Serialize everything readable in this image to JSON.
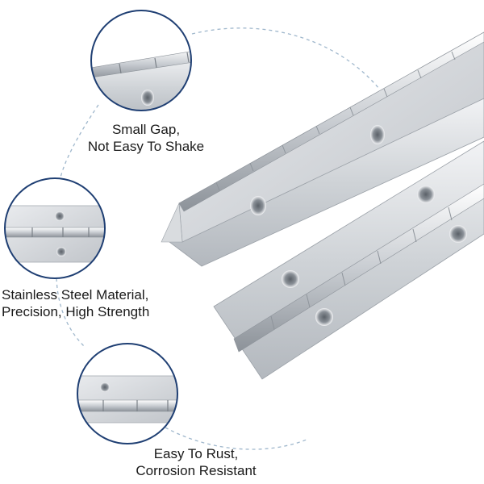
{
  "callouts": [
    {
      "lines": [
        "Small Gap,",
        "Not Easy To Shake"
      ]
    },
    {
      "lines": [
        "Stainless Steel Material,",
        "Precision, High Strength"
      ]
    },
    {
      "lines": [
        "Easy To Rust,",
        "Corrosion Resistant"
      ]
    }
  ],
  "colors": {
    "circle_outline": "#1f3f73",
    "dashed_arc": "#9fb7cc",
    "steel_light": "#e6e8eb",
    "steel_mid": "#c3c7cc",
    "steel_dark": "#8e949b"
  }
}
